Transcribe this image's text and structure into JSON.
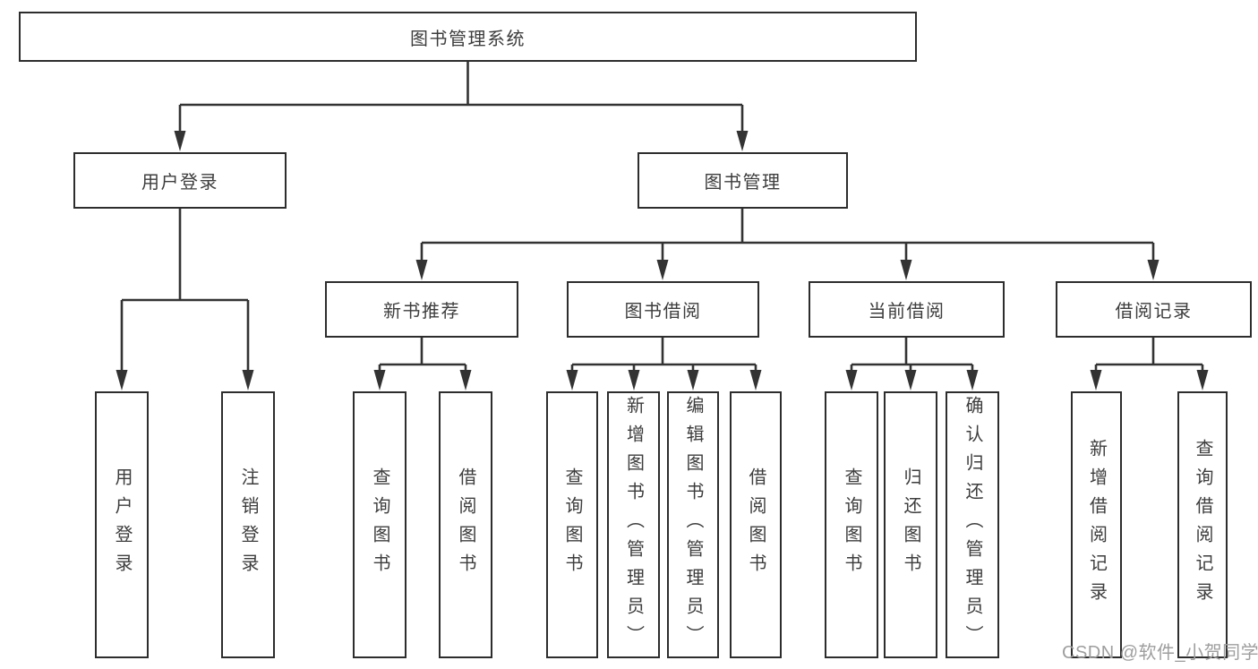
{
  "diagram": {
    "title": "图书管理系统",
    "level2": [
      {
        "id": "user-login",
        "label": "用户登录"
      },
      {
        "id": "book-management",
        "label": "图书管理"
      }
    ],
    "level3": [
      {
        "id": "new-book-recommend",
        "label": "新书推荐"
      },
      {
        "id": "book-borrow",
        "label": "图书借阅"
      },
      {
        "id": "current-borrow",
        "label": "当前借阅"
      },
      {
        "id": "borrow-records",
        "label": "借阅记录"
      }
    ],
    "leaves": {
      "user_login": [
        "用户登录",
        "注销登录"
      ],
      "new_book_recommend": [
        "查询图书",
        "借阅图书"
      ],
      "book_borrow": [
        "查询图书",
        "新增图书（管理员）",
        "编辑图书（管理员）",
        "借阅图书"
      ],
      "current_borrow": [
        "查询图书",
        "归还图书",
        "确认归还（管理员）"
      ],
      "borrow_records": [
        "新增借阅记录",
        "查询借阅记录"
      ]
    }
  },
  "watermark": "CSDN @软件_小贺同学",
  "colors": {
    "line": "#333333",
    "text": "#3d3d3d",
    "box_fill": "#ffffff",
    "watermark": "#9e9e9e"
  }
}
